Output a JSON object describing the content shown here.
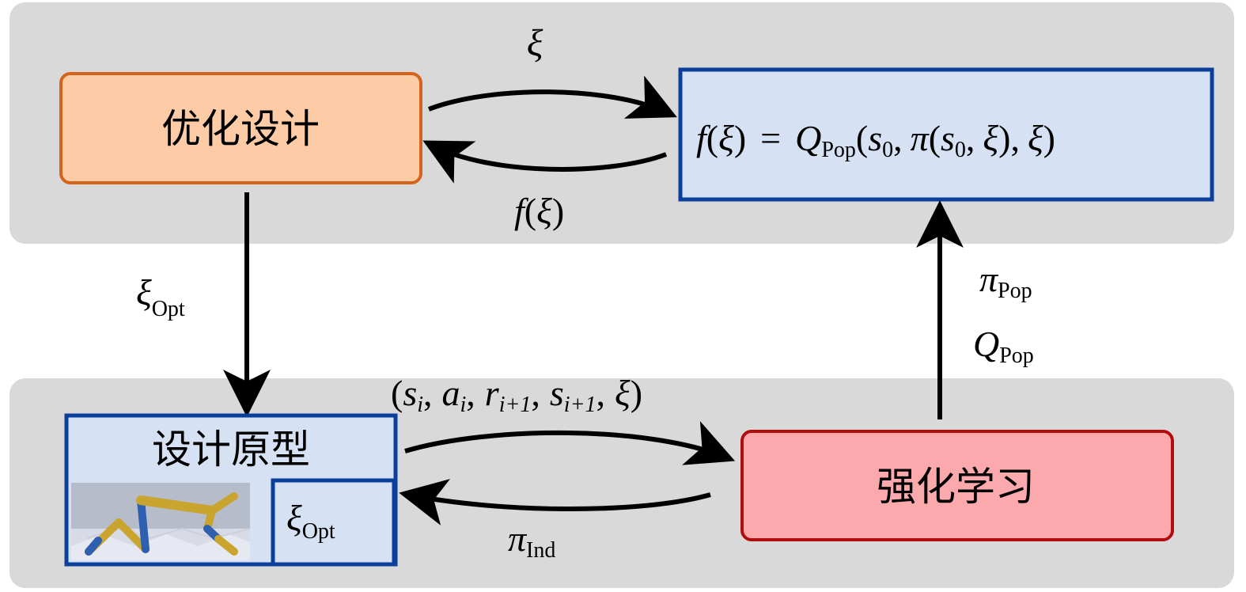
{
  "boxes": {
    "opt_design": {
      "label": "优化设计"
    },
    "formula": {
      "f": "f",
      "open1": "(",
      "xi1": "ξ",
      "close1": ")",
      "eq": "=",
      "Q": "Q",
      "Q_sub": "Pop",
      "open2": "(",
      "s0_a": "s",
      "s0_a_sub": "0",
      "comma1": ",",
      "pi": "π",
      "open3": "(",
      "s0_b": "s",
      "s0_b_sub": "0",
      "comma2": ",",
      "xi2": "ξ",
      "close3": ")",
      "comma3": ",",
      "xi3": "ξ",
      "close2": ")"
    },
    "prototype": {
      "label": "设计原型",
      "xi": "ξ",
      "xi_sub": "Opt"
    },
    "rl": {
      "label": "强化学习"
    }
  },
  "edges": {
    "top_forward": {
      "label": "ξ"
    },
    "top_back": {
      "f": "f",
      "open": "(",
      "xi": "ξ",
      "close": ")"
    },
    "down": {
      "xi": "ξ",
      "sub": "Opt"
    },
    "up": {
      "pi": "π",
      "pi_sub": "Pop",
      "Q": "Q",
      "Q_sub": "Pop"
    },
    "bottom_forward": {
      "open": "(",
      "s": "s",
      "s_sub": "i",
      "c1": ",",
      "a": "a",
      "a_sub": "i",
      "c2": ",",
      "r": "r",
      "r_sub": "i+1",
      "c3": ",",
      "s2": "s",
      "s2_sub": "i+1",
      "c4": ",",
      "xi": "ξ",
      "close": ")"
    },
    "bottom_back": {
      "pi": "π",
      "sub": "Ind"
    }
  },
  "colors": {
    "panel": "#d9d9d9",
    "opt_fill": "#fdcba6",
    "opt_stroke": "#d4641c",
    "blue_fill": "#d6e2f3",
    "blue_stroke": "#0a3f9c",
    "rl_fill": "#fba9ad",
    "rl_stroke": "#b00d0d",
    "arrow": "#000000"
  }
}
